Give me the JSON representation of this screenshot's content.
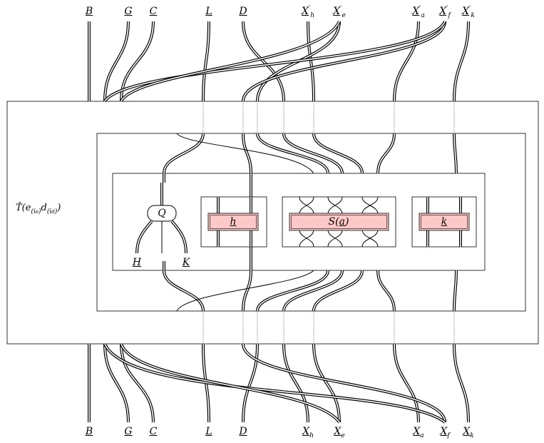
{
  "top_labels": [
    {
      "base": "B",
      "prime": "",
      "sub": ""
    },
    {
      "base": "G",
      "prime": "",
      "sub": ""
    },
    {
      "base": "C",
      "prime": "",
      "sub": ""
    },
    {
      "base": "L",
      "prime": "",
      "sub": ""
    },
    {
      "base": "D",
      "prime": "",
      "sub": ""
    },
    {
      "base": "X",
      "prime": "′",
      "sub": "h"
    },
    {
      "base": "X",
      "prime": "′",
      "sub": "e"
    },
    {
      "base": "X",
      "prime": "′",
      "sub": "a"
    },
    {
      "base": "X",
      "prime": "′",
      "sub": "f"
    },
    {
      "base": "X",
      "prime": "′",
      "sub": "k"
    }
  ],
  "bottom_labels": [
    {
      "base": "B",
      "sub": ""
    },
    {
      "base": "G",
      "sub": ""
    },
    {
      "base": "C",
      "sub": ""
    },
    {
      "base": "L",
      "sub": ""
    },
    {
      "base": "D",
      "sub": ""
    },
    {
      "base": "X",
      "sub": "h"
    },
    {
      "base": "X",
      "sub": "e"
    },
    {
      "base": "X",
      "sub": "a"
    },
    {
      "base": "X",
      "sub": "f"
    },
    {
      "base": "X",
      "sub": "k"
    }
  ],
  "operator_label": {
    "prefix": "T̂(e",
    "sub1": "(i",
    "sub1b": "e",
    "sub1c": ")",
    "mid": "d",
    "sub2": "(i",
    "sub2b": "d",
    "sub2c": ")",
    "suffix": ")"
  },
  "node_label": "Q",
  "leg_labels": {
    "left": "H",
    "right": "K"
  },
  "boxes": {
    "h": "h",
    "s_prefix": "S(",
    "s_arg": "a",
    "s_suffix": ")",
    "k": "k"
  },
  "colors": {
    "box_fill": "#ffc8c8",
    "stroke": "#000000",
    "dotted": "#666666"
  }
}
